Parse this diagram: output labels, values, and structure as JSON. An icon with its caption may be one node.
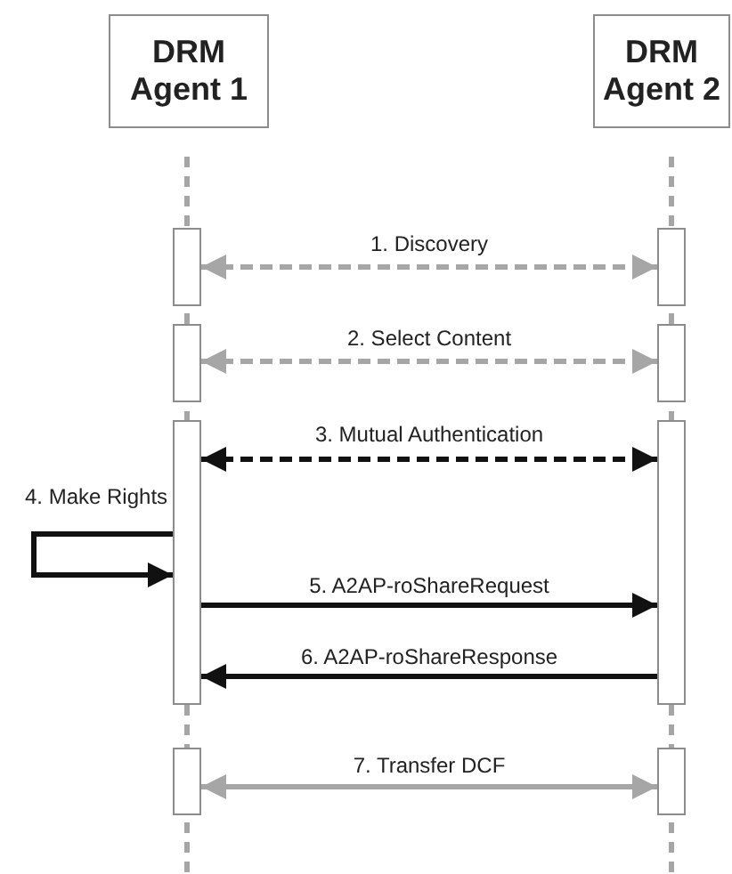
{
  "diagram": {
    "nodes": [
      {
        "text": [
          "DRM Agent 1"
        ]
      },
      {
        "text": [
          "DRM Agent 2"
        ]
      },
      {
        "text": [],
        "shape": "bar"
      },
      {
        "text": [],
        "shape": "bar"
      },
      {
        "text": [],
        "shape": "bar"
      },
      {
        "text": [],
        "shape": "bar"
      },
      {
        "text": [],
        "shape": "bar"
      },
      {
        "text": [],
        "shape": "bar"
      },
      {
        "text": [],
        "shape": "bar"
      },
      {
        "text": [],
        "shape": "bar"
      }
    ],
    "edges": [
      {
        "from": 2,
        "to": 3,
        "arrow": "both",
        "label": "1. Discovery",
        "style": "dashed",
        "color": "#a6a6a6"
      },
      {
        "from": 4,
        "to": 5,
        "arrow": "both",
        "label": "2. Select Content",
        "style": "dashed",
        "color": "#a6a6a6"
      },
      {
        "from": 6,
        "to": 7,
        "arrow": "both",
        "label": "3. Mutual Authentication",
        "style": "dashed"
      },
      {
        "from": 6,
        "to": 6,
        "arrow": "to",
        "label": "4. Make Rights"
      },
      {
        "from": 6,
        "to": 7,
        "arrow": "to",
        "label": "5. A2AP-roShareRequest"
      },
      {
        "from": 7,
        "to": 6,
        "arrow": "to",
        "label": "6. A2AP-roShareResponse"
      },
      {
        "from": 8,
        "to": 9,
        "arrow": "both",
        "label": "7. Transfer DCF",
        "color": "#a6a6a6"
      }
    ]
  }
}
